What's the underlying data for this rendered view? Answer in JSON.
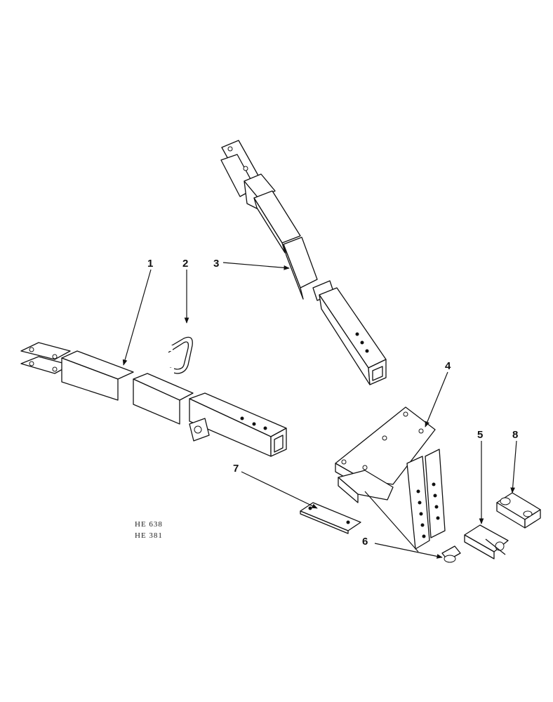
{
  "callouts": [
    {
      "id": "1",
      "label": "1"
    },
    {
      "id": "2",
      "label": "2"
    },
    {
      "id": "3",
      "label": "3"
    },
    {
      "id": "4",
      "label": "4"
    },
    {
      "id": "5",
      "label": "5"
    },
    {
      "id": "6",
      "label": "6"
    },
    {
      "id": "7",
      "label": "7"
    },
    {
      "id": "8",
      "label": "8"
    }
  ],
  "reference_codes": [
    "HE 638",
    "HE 381"
  ],
  "colors": {
    "ink": "#111111",
    "paper": "#ffffff"
  }
}
